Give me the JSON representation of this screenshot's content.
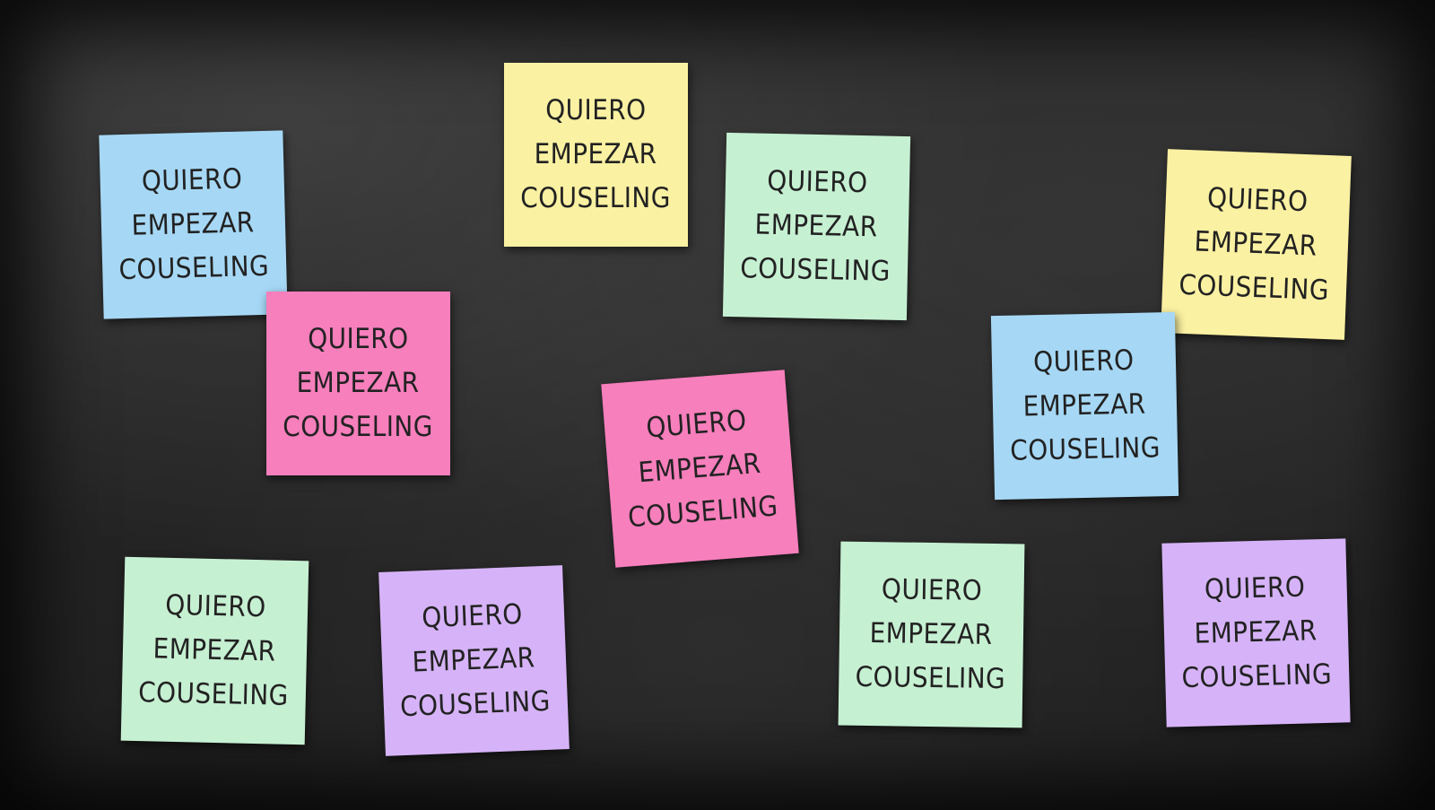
{
  "notes": [
    {
      "color": "blue",
      "lines": [
        "QUIERO",
        "EMPEZAR",
        "COUSELING"
      ]
    },
    {
      "color": "yellow",
      "lines": [
        "QUIERO",
        "EMPEZAR",
        "COUSELING"
      ]
    },
    {
      "color": "green",
      "lines": [
        "QUIERO",
        "EMPEZAR",
        "COUSELING"
      ]
    },
    {
      "color": "yellow",
      "lines": [
        "QUIERO",
        "EMPEZAR",
        "COUSELING"
      ]
    },
    {
      "color": "pink",
      "lines": [
        "QUIERO",
        "EMPEZAR",
        "COUSELING"
      ]
    },
    {
      "color": "blue",
      "lines": [
        "QUIERO",
        "EMPEZAR",
        "COUSELING"
      ]
    },
    {
      "color": "pink",
      "lines": [
        "QUIERO",
        "EMPEZAR",
        "COUSELING"
      ]
    },
    {
      "color": "green",
      "lines": [
        "QUIERO",
        "EMPEZAR",
        "COUSELING"
      ]
    },
    {
      "color": "purple",
      "lines": [
        "QUIERO",
        "EMPEZAR",
        "COUSELING"
      ]
    },
    {
      "color": "green",
      "lines": [
        "QUIERO",
        "EMPEZAR",
        "COUSELING"
      ]
    },
    {
      "color": "purple",
      "lines": [
        "QUIERO",
        "EMPEZAR",
        "COUSELING"
      ]
    }
  ],
  "colors": {
    "blue": "#a6d8f5",
    "yellow": "#fbf1a2",
    "green": "#c6f0d2",
    "pink": "#f77fbc",
    "purple": "#d6b3f8",
    "board": "#262626"
  }
}
